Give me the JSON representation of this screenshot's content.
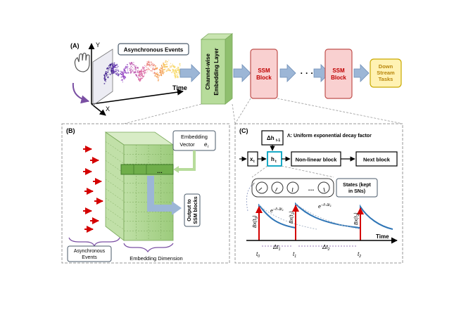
{
  "panelA": {
    "label": "(A)",
    "axis_y": "Y",
    "axis_x": "X",
    "axis_time": "Time",
    "async_events": "Asynchronous Events",
    "embedding_layer": [
      "Channel-wise",
      "Embedding Layer"
    ],
    "ssm1": [
      "SSM",
      "Block"
    ],
    "dots": "· · ·",
    "ssm2": [
      "SSM",
      "Block"
    ],
    "downstream": [
      "Down",
      "Stream",
      "Tasks"
    ]
  },
  "panelB": {
    "label": "(B)",
    "embedding_vector": [
      "Embedding",
      "Vector"
    ],
    "embedding_symbol": "e",
    "embedding_sub": "i",
    "dots": "…",
    "output": [
      "Output to",
      "SSM blocks"
    ],
    "async_events": [
      "Asynchronous",
      "Events"
    ],
    "embedding_dimension": "Embedding Dimension"
  },
  "panelC": {
    "label": "(C)",
    "decay_note": "Λ: Uniform exponential decay factor",
    "delta_h": "Δh",
    "delta_h_sub": "t-1",
    "x_t": "x",
    "x_sub": "t",
    "h_t": "h",
    "h_sub": "t",
    "nonlinear": "Non-linear block",
    "next_block": "Next block",
    "states": [
      "States (kept",
      "in SNs)"
    ],
    "dots": "…",
    "decay1": "e",
    "decay1_exp": "−Λ·Δt",
    "decay1_sub": "1",
    "decay2": "e",
    "decay2_exp": "−Λ·Δt",
    "decay2_sub": "1",
    "bx0": "Bx(t",
    "bx0_sub": "0",
    "bx1": "Bx(t",
    "bx1_sub": "1",
    "bx2": "Bx(t",
    "bx2_sub": "2",
    "time": "Time",
    "t0": "t",
    "t0_sub": "0",
    "t1": "t",
    "t1_sub": "1",
    "t2": "t",
    "t2_sub": "2",
    "dt1": "Δt",
    "dt1_sub": "1",
    "dt2": "Δt",
    "dt2_sub": "2"
  },
  "colors": {
    "green_light": "#d8ecc6",
    "green_mid": "#a9d18e",
    "green_dark": "#6f9e4f",
    "ssm_fill": "#f9d0d0",
    "ssm_stroke": "#c0504d",
    "ssm_text": "#c00000",
    "down_fill": "#fff2b3",
    "down_stroke": "#c9a900",
    "down_text": "#b8860b",
    "arrow_blue": "#9cb6d6",
    "curve_blue": "#2e75b6",
    "red": "#d40000",
    "teal": "#00a0c0"
  }
}
